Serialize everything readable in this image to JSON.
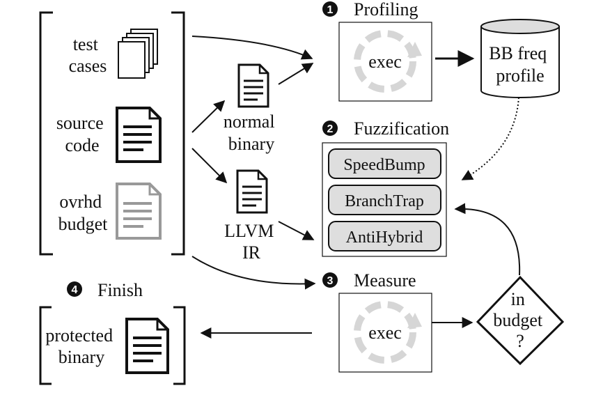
{
  "inputs": {
    "test_cases": [
      "test",
      "cases"
    ],
    "source_code": [
      "source",
      "code"
    ],
    "ovrhd_budget": [
      "ovrhd",
      "budget"
    ]
  },
  "artifacts": {
    "normal_binary": [
      "normal",
      "binary"
    ],
    "llvm_ir": [
      "LLVM",
      "IR"
    ]
  },
  "steps": {
    "profiling": {
      "number": "1",
      "title": "Profiling",
      "box_label": "exec"
    },
    "fuzzification": {
      "number": "2",
      "title": "Fuzzification",
      "techniques": [
        "SpeedBump",
        "BranchTrap",
        "AntiHybrid"
      ]
    },
    "measure": {
      "number": "3",
      "title": "Measure",
      "box_label": "exec"
    },
    "finish": {
      "number": "4",
      "title": "Finish"
    }
  },
  "profile_db": [
    "BB freq",
    "profile"
  ],
  "decision": [
    "in",
    "budget",
    "?"
  ],
  "output": [
    "protected",
    "binary"
  ],
  "colors": {
    "ink": "#111111",
    "gray": "#999999",
    "exec_ring": "#d6d6d6",
    "pill_fill": "#dedede"
  }
}
